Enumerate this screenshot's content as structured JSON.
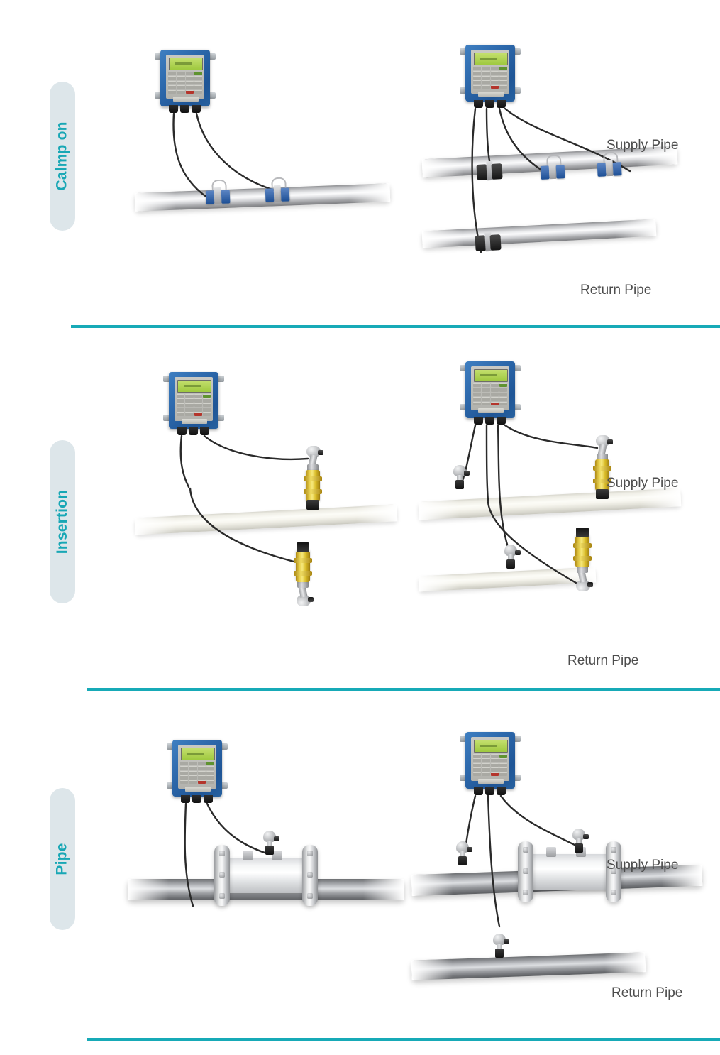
{
  "page": {
    "title": "Ultrasonic Flow Meter Installation Types",
    "accent_color": "#17aab7",
    "pill_bg_color": "#dde6ea",
    "caption_color": "#4d4d4d",
    "background": "#ffffff"
  },
  "sections": [
    {
      "id": "clamp-on",
      "category_label": "Calmp on",
      "single_pipe": {
        "pipe_style": "steel",
        "transducer_count": 2,
        "transmitter": "wall-mounted-blue-transmitter"
      },
      "dual_pipe": {
        "supply_caption": "Supply Pipe",
        "return_caption": "Return Pipe",
        "supply_pipe_style": "steel",
        "return_pipe_style": "steel",
        "transducer_count": 2,
        "temperature_sensor_count": 2
      }
    },
    {
      "id": "insertion",
      "category_label": "Insertion",
      "single_pipe": {
        "pipe_style": "cream",
        "insertion_sensor_count": 2,
        "transmitter": "wall-mounted-blue-transmitter"
      },
      "dual_pipe": {
        "supply_caption": "Supply Pipe",
        "return_caption": "Return Pipe",
        "supply_pipe_style": "cream",
        "return_pipe_style": "cream",
        "insertion_sensor_count": 2,
        "temperature_sensor_count": 2
      }
    },
    {
      "id": "pipe",
      "category_label": "Pipe",
      "single_pipe": {
        "pipe_style": "darksteel",
        "spool_count": 1,
        "transmitter": "wall-mounted-blue-transmitter"
      },
      "dual_pipe": {
        "supply_caption": "Supply Pipe",
        "return_caption": "Return Pipe",
        "supply_pipe_style": "darksteel",
        "return_pipe_style": "darksteel",
        "spool_count": 1,
        "temperature_sensor_count": 3
      }
    }
  ],
  "captions": {
    "supply_pipe": "Supply Pipe",
    "return_pipe": "Return Pipe"
  },
  "device": {
    "name": "ultrasonic-flow-transmitter",
    "housing_color": "#2e6aad",
    "display_color": "#9fc93f",
    "clamp_transducer_color": "#1d4f95",
    "insertion_valve_color": "#e8cf4a"
  }
}
